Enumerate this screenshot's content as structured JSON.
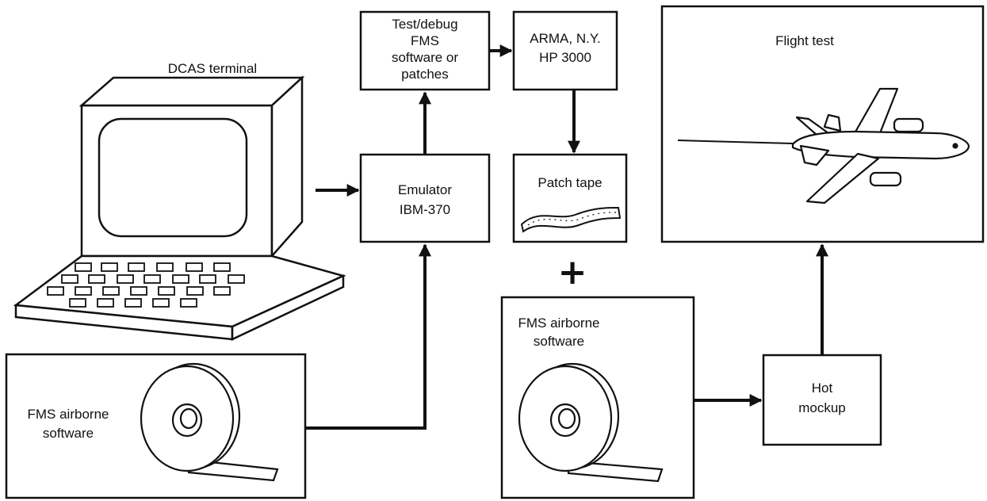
{
  "labels": {
    "dcas_terminal": "DCAS terminal",
    "test_debug": [
      "Test/debug",
      "FMS",
      "software or",
      "patches"
    ],
    "arma": [
      "ARMA, N.Y.",
      "HP 3000"
    ],
    "emulator": [
      "Emulator",
      "IBM-370"
    ],
    "patch_tape": "Patch tape",
    "fms_left": [
      "FMS airborne",
      "software"
    ],
    "fms_mid": [
      "FMS airborne",
      "software"
    ],
    "hot_mockup": [
      "Hot",
      "mockup"
    ],
    "flight_test": "Flight test",
    "plus": "+"
  },
  "icons": {
    "terminal": "computer-terminal-icon",
    "tape_reel": "tape-reel-icon",
    "patch_tape": "paper-tape-icon",
    "airplane": "airplane-icon"
  }
}
